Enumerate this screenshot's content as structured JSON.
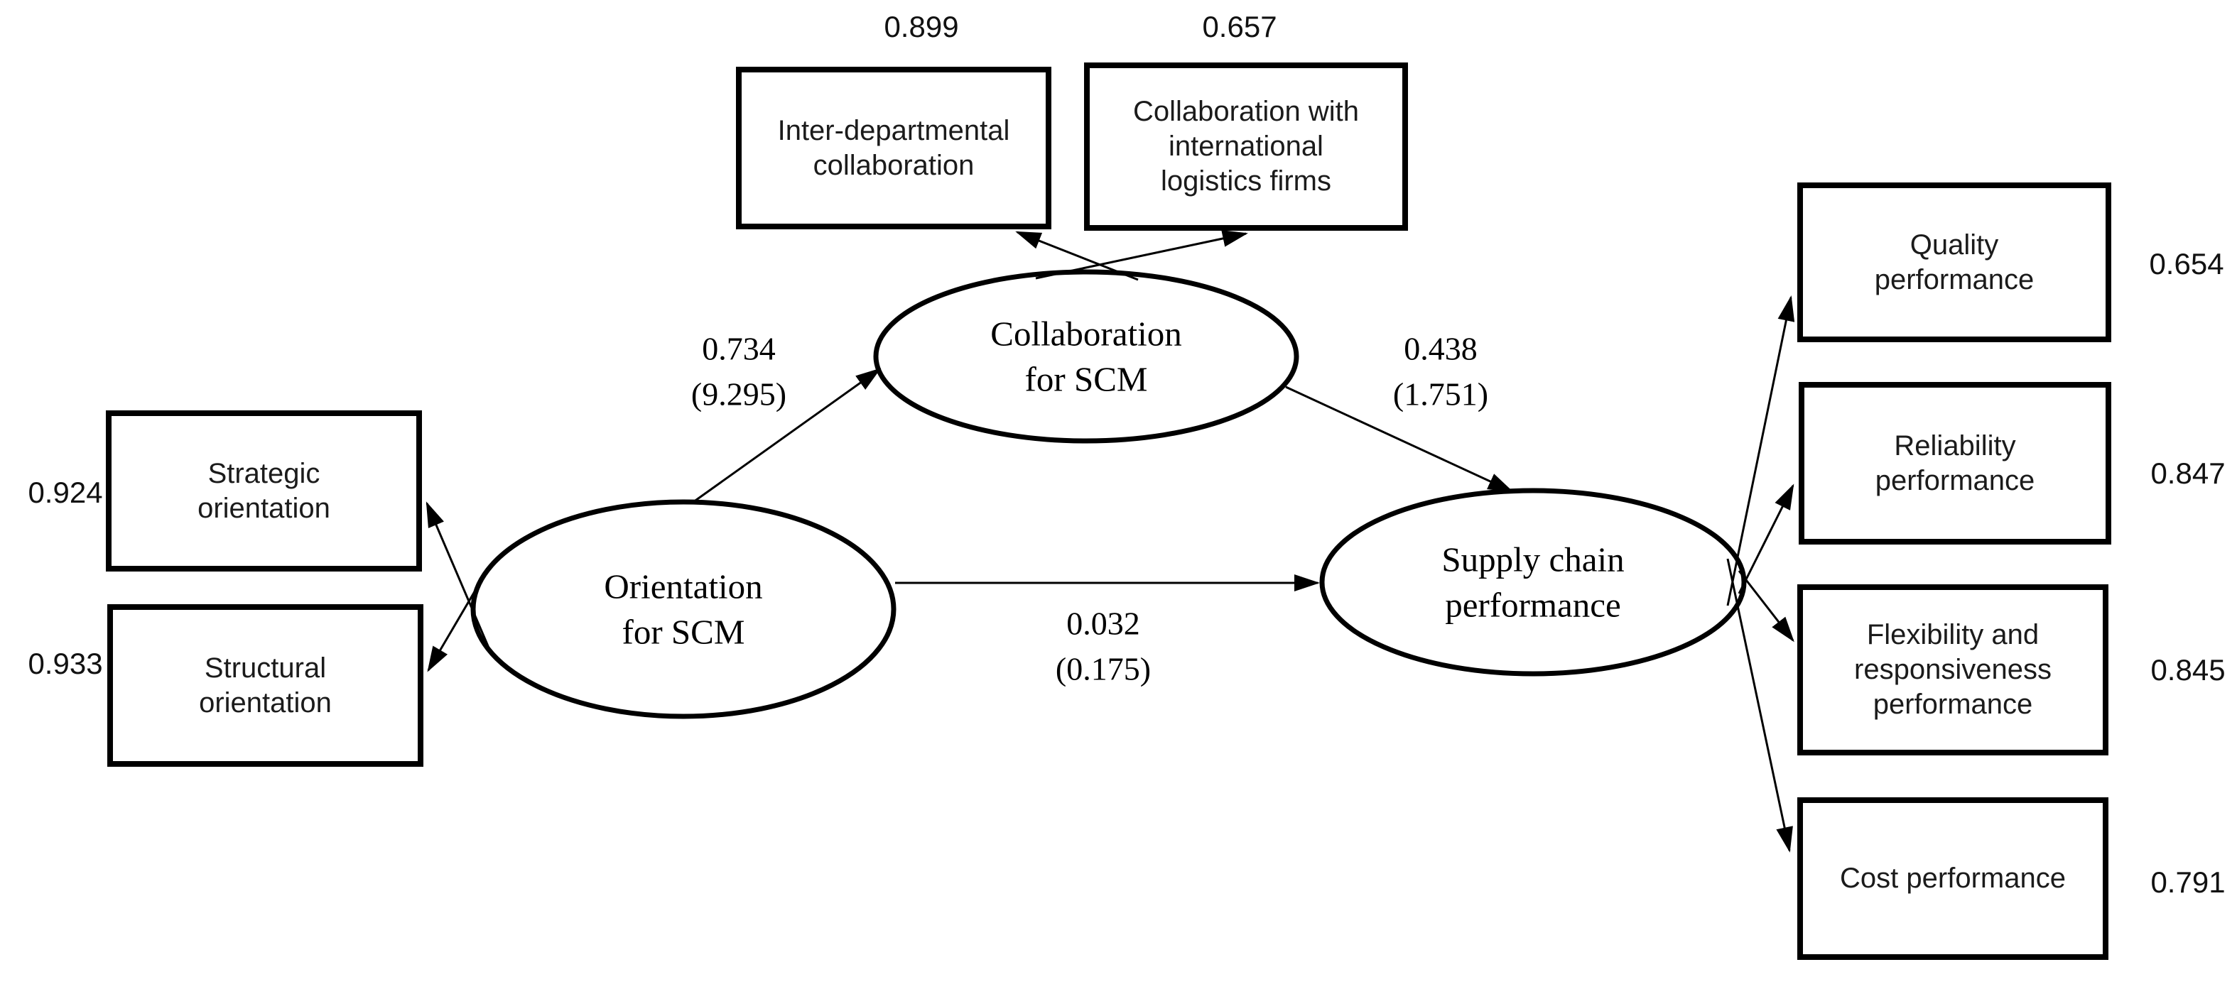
{
  "figure": {
    "background_color": "#ffffff",
    "line_color": "#000000",
    "text_color": "#1b1b1b"
  },
  "latent_nodes": [
    {
      "id": "orientation",
      "label": "Orientation\nfor SCM"
    },
    {
      "id": "collaboration",
      "label": "Collaboration\nfor SCM"
    },
    {
      "id": "supply_chain",
      "label": "Supply chain\nperformance"
    }
  ],
  "indicator_boxes": [
    {
      "id": "inter_departmental",
      "label": "Inter-departmental\ncollaboration",
      "loading": "0.899"
    },
    {
      "id": "intl_logistics",
      "label": "Collaboration with\ninternational\nlogistics firms",
      "loading": "0.657"
    },
    {
      "id": "strategic",
      "label": "Strategic\norientation",
      "loading": "0.924"
    },
    {
      "id": "structural",
      "label": "Structural\norientation",
      "loading": "0.933"
    },
    {
      "id": "quality",
      "label": "Quality\nperformance",
      "loading": "0.654"
    },
    {
      "id": "reliability",
      "label": "Reliability\nperformance",
      "loading": "0.847"
    },
    {
      "id": "flexibility",
      "label": "Flexibility and\nresponsiveness\nperformance",
      "loading": "0.845"
    },
    {
      "id": "cost",
      "label": "Cost performance",
      "loading": "0.791"
    }
  ],
  "path_coefficients": [
    {
      "id": "orientation_to_collaboration",
      "label": "0.734\n(9.295)"
    },
    {
      "id": "collaboration_to_supply",
      "label": "0.438\n(1.751)"
    },
    {
      "id": "orientation_to_supply",
      "label": "0.032\n(0.175)"
    }
  ]
}
